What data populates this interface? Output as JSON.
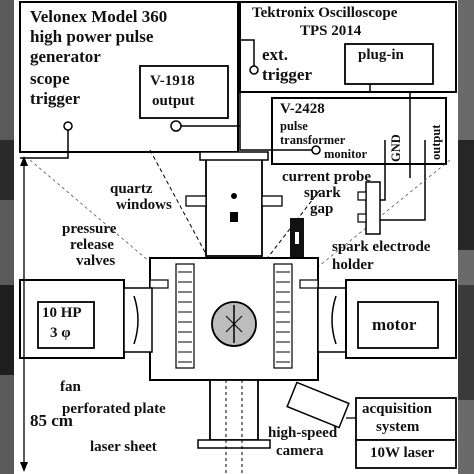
{
  "velonex": {
    "title_lines": [
      "Velonex Model 360",
      "high power pulse",
      "generator"
    ],
    "scope_trigger_lines": [
      "scope",
      "trigger"
    ],
    "output_lines": [
      "V-1918",
      "output"
    ]
  },
  "tektronix": {
    "title_lines": [
      "Tektronix Oscilloscope",
      "TPS 2014"
    ],
    "plugin": "plug-in",
    "ext_trigger_lines": [
      "ext.",
      "trigger"
    ]
  },
  "transformer": {
    "title": "V-2428",
    "sub_lines": [
      "pulse",
      "transformer"
    ],
    "monitor": "monitor",
    "gnd": "GND",
    "output": "output"
  },
  "labels": {
    "current_probe": "current probe",
    "spark_gap_lines": [
      "spark",
      "gap"
    ],
    "quartz_windows_lines": [
      "quartz",
      "windows"
    ],
    "pressure_release_lines": [
      "pressure",
      "release",
      "valves"
    ],
    "spark_electrode_lines": [
      "spark electrode",
      "holder"
    ],
    "motor_left_lines": [
      "10 HP",
      "3 φ"
    ],
    "motor_right": "motor",
    "fan": "fan",
    "perforated_plate": "perforated plate",
    "laser_sheet": "laser sheet",
    "height": "85 cm",
    "camera_lines": [
      "high-speed",
      "camera"
    ],
    "acquisition_lines": [
      "acquisition",
      "system"
    ],
    "laser": "10W laser"
  }
}
